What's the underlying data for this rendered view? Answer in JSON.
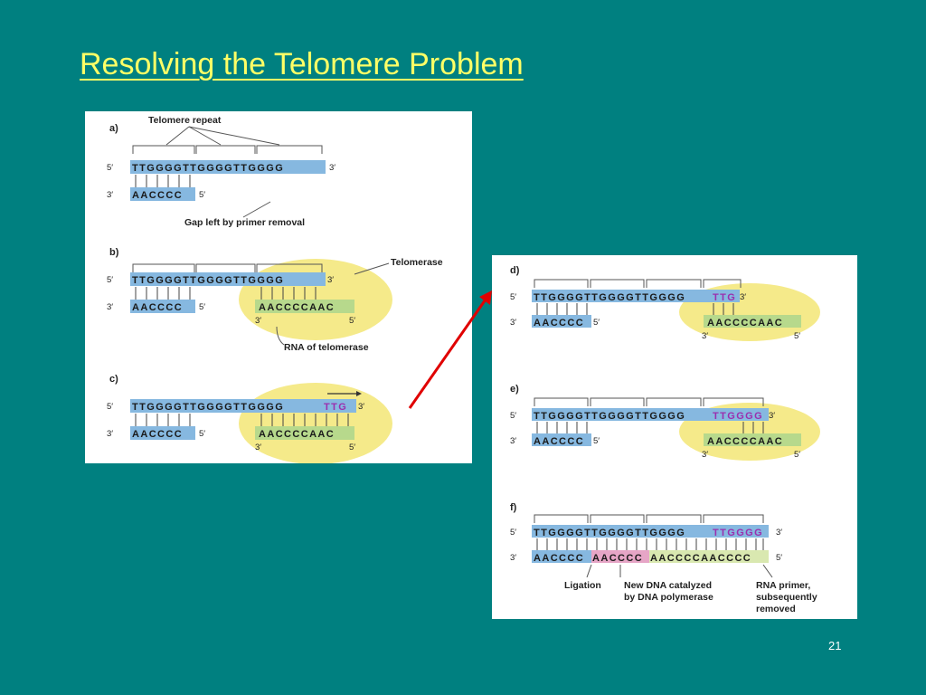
{
  "slide": {
    "title": "Resolving the Telomere Problem",
    "page_number": "21"
  },
  "colors": {
    "background": "#008080",
    "title": "#ffff66",
    "dna_strand": "#86b8e0",
    "telomerase": "#f5ea8a",
    "rna_template": "#b7d98c",
    "new_dna": "#e6a5c6",
    "extension_text": "#9b2fae",
    "arrow": "#e00000"
  },
  "left_panel": {
    "a": {
      "label": "a)",
      "telomere_repeat_label": "Telomere repeat",
      "top_5": "5′",
      "top_seq": "TTGGGGTTGGGGTTGGGG",
      "top_3": "3′",
      "bot_3": "3′",
      "bot_seq": "AACCCC",
      "bot_5": "5′",
      "gap_label": "Gap left by primer removal"
    },
    "b": {
      "label": "b)",
      "telomerase_label": "Telomerase",
      "top_5": "5′",
      "top_seq": "TTGGGGTTGGGGTTGGGG",
      "top_3": "3′",
      "bot_3": "3′",
      "bot_seq": "AACCCC",
      "bot_5": "5′",
      "rna_seq": "AACCCCAAC",
      "rna_3": "3′",
      "rna_5": "5′",
      "rna_label": "RNA of telomerase"
    },
    "c": {
      "label": "c)",
      "top_5": "5′",
      "top_seq": "TTGGGGTTGGGGTTGGGG",
      "top_ext": "TTG",
      "top_3": "3′",
      "bot_3": "3′",
      "bot_seq": "AACCCC",
      "bot_5": "5′",
      "rna_seq": "AACCCCAAC",
      "rna_3": "3′",
      "rna_5": "5′"
    }
  },
  "right_panel": {
    "d": {
      "label": "d)",
      "top_5": "5′",
      "top_seq": "TTGGGGTTGGGGTTGGGG",
      "top_ext": "TTG",
      "top_3": "3′",
      "bot_3": "3′",
      "bot_seq": "AACCCC",
      "bot_5": "5′",
      "rna_seq": "AACCCCAAC",
      "rna_3": "3′",
      "rna_5": "5′"
    },
    "e": {
      "label": "e)",
      "top_5": "5′",
      "top_seq": "TTGGGGTTGGGGTTGGGG",
      "top_ext": "TTGGGG",
      "top_3": "3′",
      "bot_3": "3′",
      "bot_seq": "AACCCC",
      "bot_5": "5′",
      "rna_seq": "AACCCCAAC",
      "rna_3": "3′",
      "rna_5": "5′"
    },
    "f": {
      "label": "f)",
      "top_5": "5′",
      "top_seq": "TTGGGGTTGGGGTTGGGG",
      "top_ext": "TTGGGG",
      "top_3": "3′",
      "bot_3": "3′",
      "bot_seq_old": "AACCCC",
      "bot_seq_new": "AACCCC",
      "bot_seq_primer": "AACCCCAACCCC",
      "bot_5": "5′",
      "ligation_label": "Ligation",
      "new_dna_label_1": "New DNA catalyzed",
      "new_dna_label_2": "by DNA polymerase",
      "primer_label_1": "RNA primer,",
      "primer_label_2": "subsequently",
      "primer_label_3": "removed"
    }
  }
}
